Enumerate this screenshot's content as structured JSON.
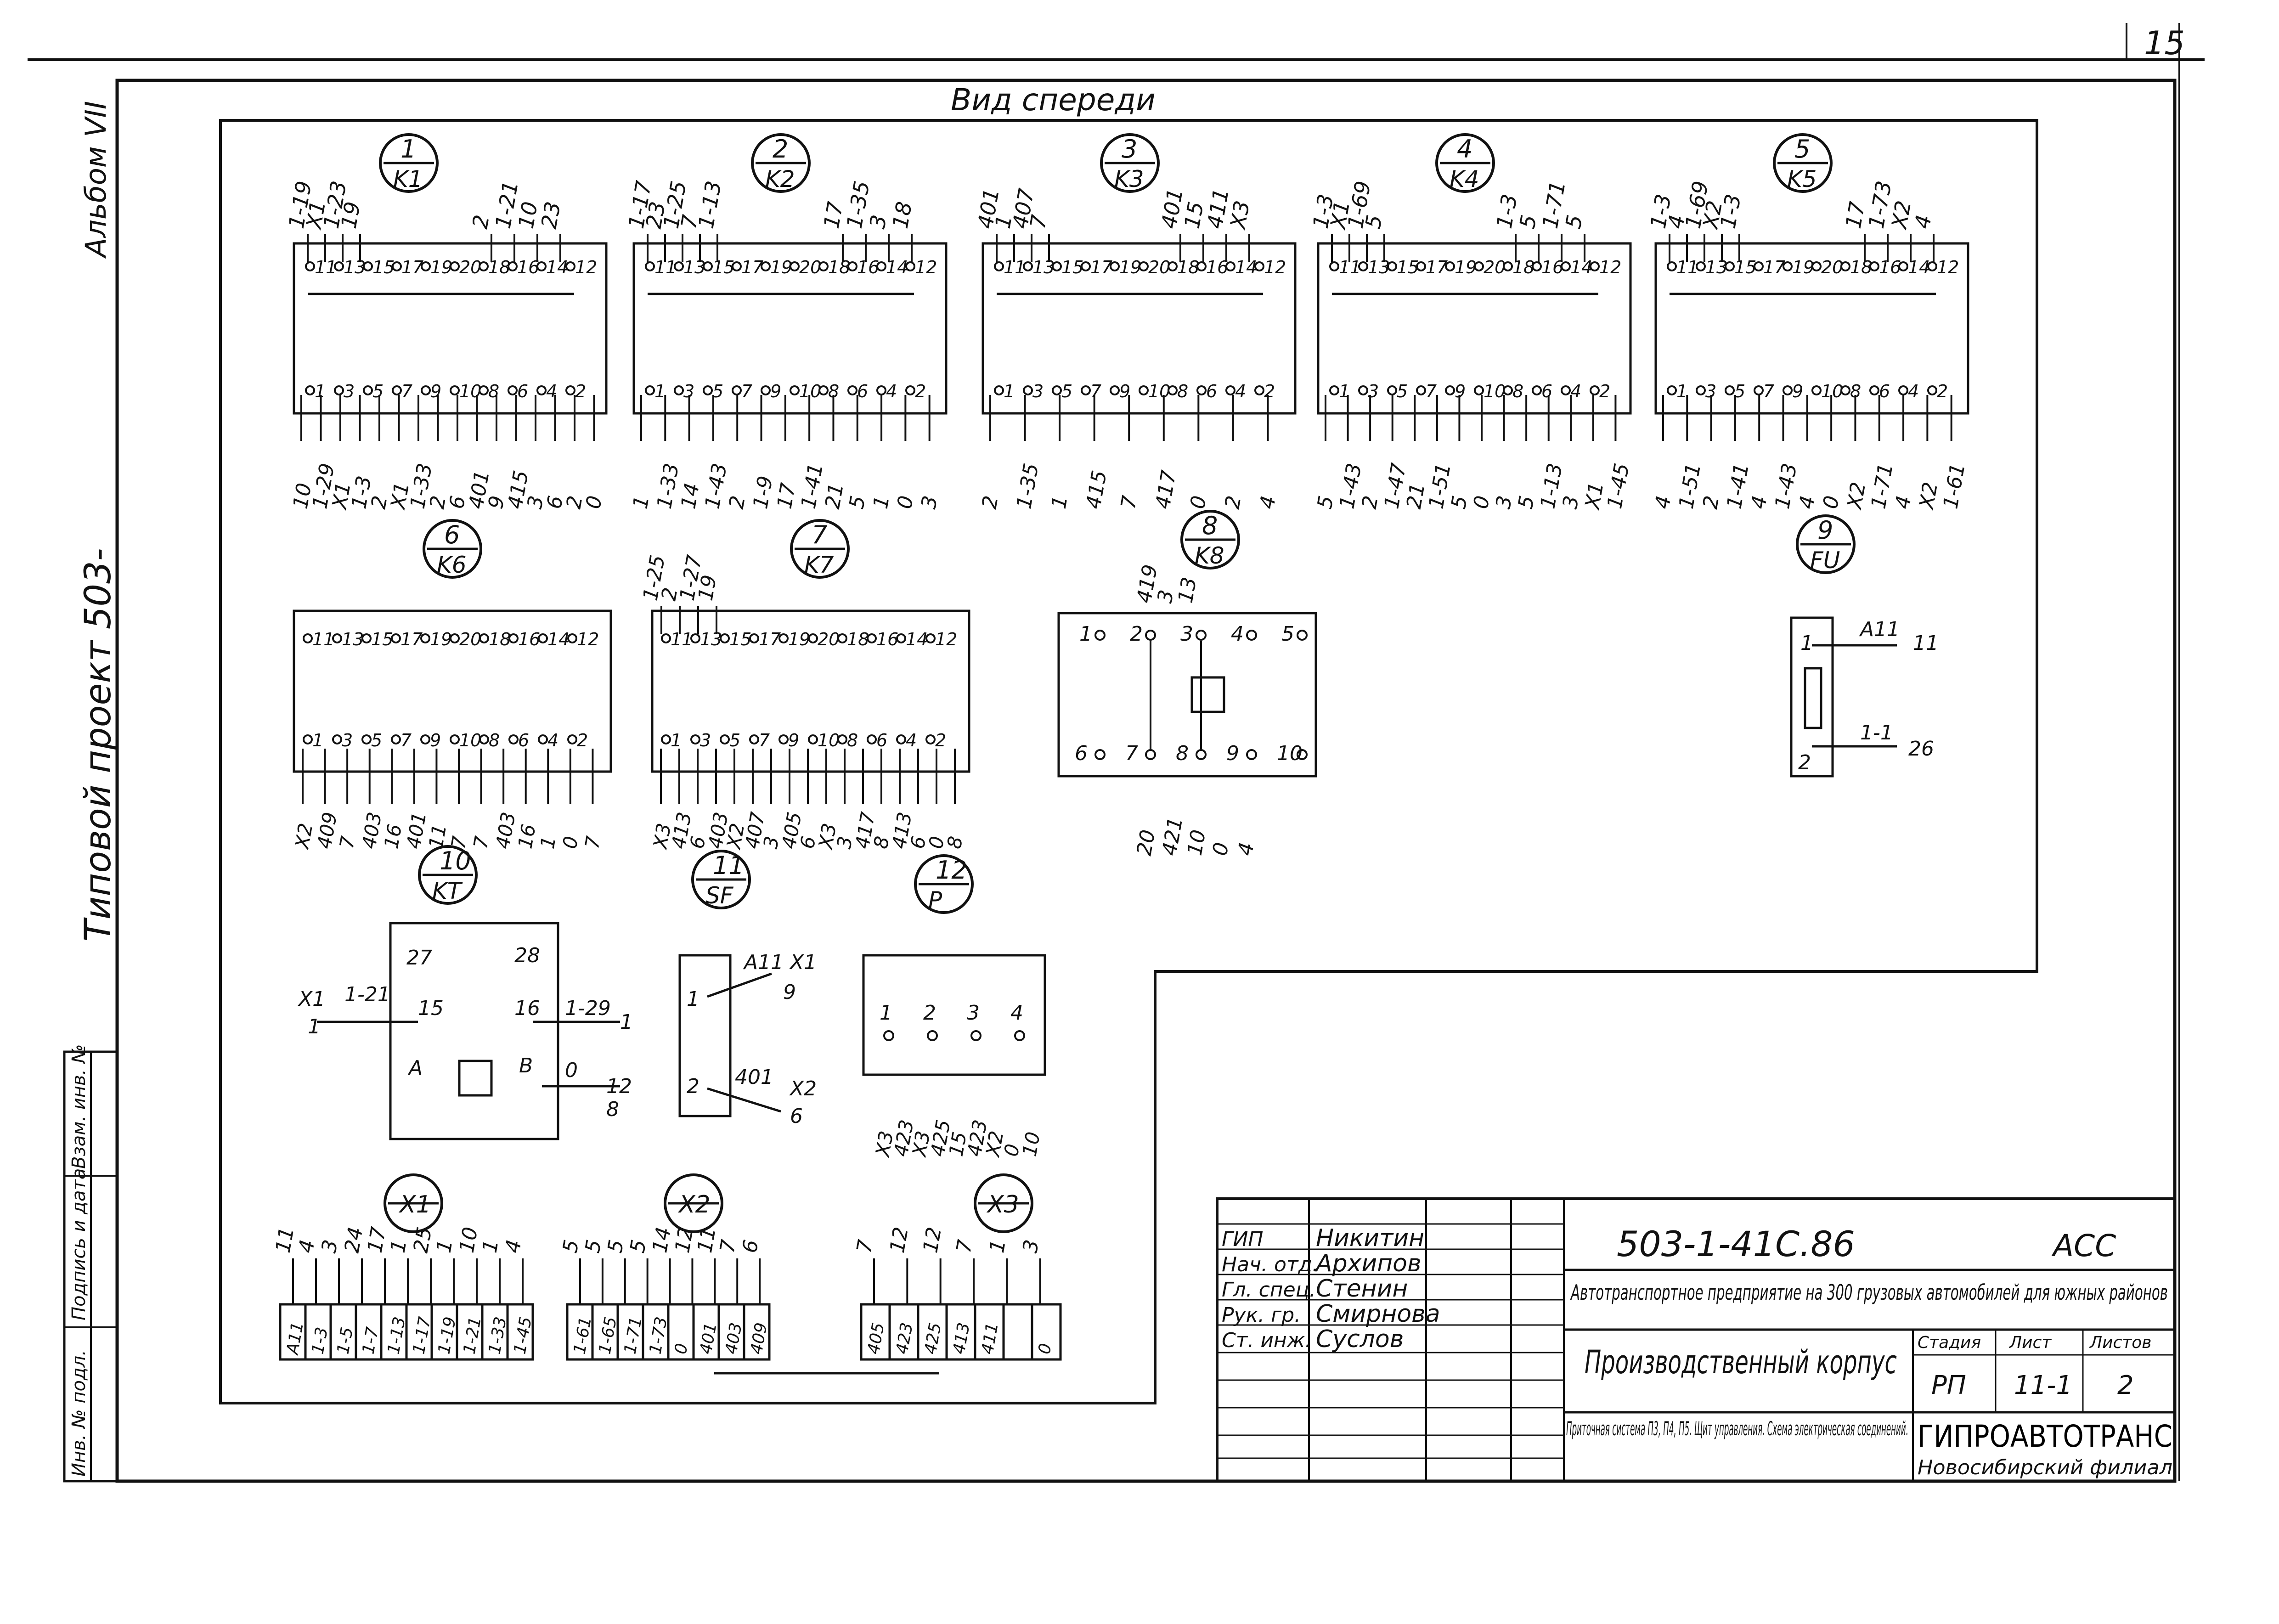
{
  "sheet": {
    "page_number": "15"
  },
  "side_labels": {
    "album": "Альбом VII",
    "project": "Типовой проект 503-",
    "stamp": [
      "Инв. № подл.",
      "Подпись и дата",
      "Взам. инв. №"
    ]
  },
  "view_title": "Вид спереди",
  "relays_row1": [
    {
      "num": "1",
      "code": "K1",
      "top": [
        "1-19",
        "X1",
        "1-23",
        "19",
        "2",
        "1-21",
        "10",
        "23"
      ],
      "top_row": [
        "11",
        "13",
        "15",
        "17",
        "19",
        "20",
        "18",
        "16",
        "14",
        "12"
      ],
      "bottom_row": [
        "1",
        "3",
        "5",
        "7",
        "9",
        "10",
        "8",
        "6",
        "4",
        "2"
      ],
      "bottom": [
        "10",
        "1-29",
        "X1",
        "1-3",
        "2",
        "X1",
        "1-33",
        "2",
        "6",
        "401",
        "9",
        "415",
        "3",
        "6",
        "2",
        "0"
      ]
    },
    {
      "num": "2",
      "code": "K2",
      "top": [
        "1-17",
        "23",
        "1-25",
        "7",
        "1-13",
        "17",
        "1-35",
        "3",
        "18"
      ],
      "top_row": [
        "11",
        "13",
        "15",
        "17",
        "19",
        "20",
        "18",
        "16",
        "14",
        "12"
      ],
      "bottom_row": [
        "1",
        "3",
        "5",
        "7",
        "9",
        "10",
        "8",
        "6",
        "4",
        "2"
      ],
      "bottom": [
        "1",
        "1-33",
        "14",
        "1-43",
        "2",
        "1-9",
        "17",
        "1-41",
        "21",
        "5",
        "1",
        "0",
        "3"
      ]
    },
    {
      "num": "3",
      "code": "K3",
      "top": [
        "401",
        "1",
        "407",
        "7",
        "401",
        "15",
        "411",
        "X3"
      ],
      "top_row": [
        "11",
        "13",
        "15",
        "17",
        "19",
        "20",
        "18",
        "16",
        "14",
        "12"
      ],
      "bottom_row": [
        "1",
        "3",
        "5",
        "7",
        "9",
        "10",
        "8",
        "6",
        "4",
        "2"
      ],
      "bottom": [
        "2",
        "1-35",
        "1",
        "415",
        "7",
        "417",
        "0",
        "2",
        "4"
      ]
    },
    {
      "num": "4",
      "code": "K4",
      "top": [
        "1-3",
        "X1",
        "1-69",
        "5",
        "1-3",
        "5",
        "1-71",
        "5"
      ],
      "top_row": [
        "11",
        "13",
        "15",
        "17",
        "19",
        "20",
        "18",
        "16",
        "14",
        "12"
      ],
      "bottom_row": [
        "1",
        "3",
        "5",
        "7",
        "9",
        "10",
        "8",
        "6",
        "4",
        "2"
      ],
      "bottom": [
        "5",
        "1-43",
        "2",
        "1-47",
        "21",
        "1-51",
        "5",
        "0",
        "3",
        "5",
        "1-13",
        "3",
        "X1",
        "1-45"
      ]
    },
    {
      "num": "5",
      "code": "K5",
      "top": [
        "1-3",
        "4",
        "1-69",
        "X2",
        "1-3",
        "17",
        "1-73",
        "X2",
        "4"
      ],
      "top_row": [
        "11",
        "13",
        "15",
        "17",
        "19",
        "20",
        "18",
        "16",
        "14",
        "12"
      ],
      "bottom_row": [
        "1",
        "3",
        "5",
        "7",
        "9",
        "10",
        "8",
        "6",
        "4",
        "2"
      ],
      "bottom": [
        "4",
        "1-51",
        "2",
        "1-41",
        "4",
        "1-43",
        "4",
        "0",
        "X2",
        "1-71",
        "4",
        "X2",
        "1-61"
      ]
    }
  ],
  "relays_row2": [
    {
      "num": "6",
      "code": "K6",
      "top_row": [
        "11",
        "13",
        "15",
        "17",
        "19",
        "20",
        "18",
        "16",
        "14",
        "12"
      ],
      "bottom_row": [
        "1",
        "3",
        "5",
        "7",
        "9",
        "10",
        "8",
        "6",
        "4",
        "2"
      ],
      "bottom": [
        "X2",
        "409",
        "7",
        "403",
        "16",
        "401",
        "11",
        "7",
        "7",
        "403",
        "16",
        "1",
        "0",
        "7"
      ]
    },
    {
      "num": "7",
      "code": "K7",
      "top": [
        "1-25",
        "2",
        "1-27",
        "19"
      ],
      "top_row": [
        "11",
        "13",
        "15",
        "17",
        "19",
        "20",
        "18",
        "16",
        "14",
        "12"
      ],
      "bottom_row": [
        "1",
        "3",
        "5",
        "7",
        "9",
        "10",
        "8",
        "6",
        "4",
        "2"
      ],
      "bottom": [
        "X3",
        "413",
        "6",
        "403",
        "X2",
        "407",
        "3",
        "405",
        "6",
        "X3",
        "3",
        "417",
        "8",
        "413",
        "6",
        "0",
        "8"
      ]
    },
    {
      "num": "8",
      "code": "K8",
      "top": [
        "419",
        "3",
        "13"
      ],
      "top_row": [
        "1",
        "2",
        "3",
        "4",
        "5"
      ],
      "bottom_row": [
        "6",
        "7",
        "8",
        "9",
        "10"
      ],
      "bottom": [
        "20",
        "421",
        "10",
        "0",
        "4"
      ]
    },
    {
      "num": "9",
      "code": "FU",
      "terminals": [
        "1",
        "2"
      ],
      "wires": [
        "A11",
        "11",
        "1-1",
        "26"
      ]
    }
  ],
  "devices_row3": [
    {
      "num": "10",
      "code": "KT",
      "terminals": [
        "27",
        "28",
        "15",
        "16",
        "A",
        "B"
      ],
      "wires": [
        "X1",
        "1",
        "1-21",
        "1-29",
        "1",
        "0",
        "12",
        "8"
      ]
    },
    {
      "num": "11",
      "code": "SF",
      "terminals": [
        "1",
        "2"
      ],
      "wires": [
        "A11",
        "X1",
        "9",
        "401",
        "X2",
        "6"
      ]
    },
    {
      "num": "12",
      "code": "P",
      "terminals": [
        "1",
        "2",
        "3",
        "4"
      ],
      "bottom": [
        "X3",
        "423",
        "X3",
        "425",
        "15",
        "423",
        "X2",
        "0",
        "10"
      ]
    }
  ],
  "terminal_blocks": [
    {
      "code": "X1",
      "wires_top": [
        "11",
        "4",
        "3",
        "24",
        "17",
        "1",
        "25",
        "1",
        "10",
        "1",
        "4"
      ],
      "cells": [
        "A11",
        "1-3",
        "1-5",
        "1-7",
        "1-13",
        "1-17",
        "1-19",
        "1-21",
        "1-33",
        "1-45"
      ]
    },
    {
      "code": "X2",
      "wires_top": [
        "5",
        "5",
        "5",
        "5",
        "14",
        "12",
        "11",
        "7",
        "6"
      ],
      "cells": [
        "1-61",
        "1-65",
        "1-71",
        "1-73",
        "0",
        "401",
        "403",
        "409"
      ]
    },
    {
      "code": "X3",
      "wires_top": [
        "7",
        "12",
        "12",
        "7",
        "1",
        "3"
      ],
      "cells": [
        "405",
        "423",
        "425",
        "413",
        "411",
        "",
        "0"
      ]
    }
  ],
  "title_block": {
    "roles": [
      "ГИП",
      "Нач. отд.",
      "Гл. спец.",
      "Рук. гр.",
      "Ст. инж."
    ],
    "names": [
      "Никитин",
      "Архипов",
      "Стенин",
      "Смирнова",
      "Суслов"
    ],
    "doc_code": "503-1-41С.86",
    "mark": "АСС",
    "project_name": "Автотранспортное предприятие на 300 грузовых автомобилей для южных районов",
    "building": "Производственный корпус",
    "stage_header": [
      "Стадия",
      "Лист",
      "Листов"
    ],
    "stage_values": [
      "РП",
      "11-1",
      "2"
    ],
    "drawing_title": "Приточная система П3, П4, П5. Щит управления. Схема электрическая соединений.",
    "org": "ГИПРОАВТОТРАНС",
    "branch": "Новосибирский филиал"
  }
}
